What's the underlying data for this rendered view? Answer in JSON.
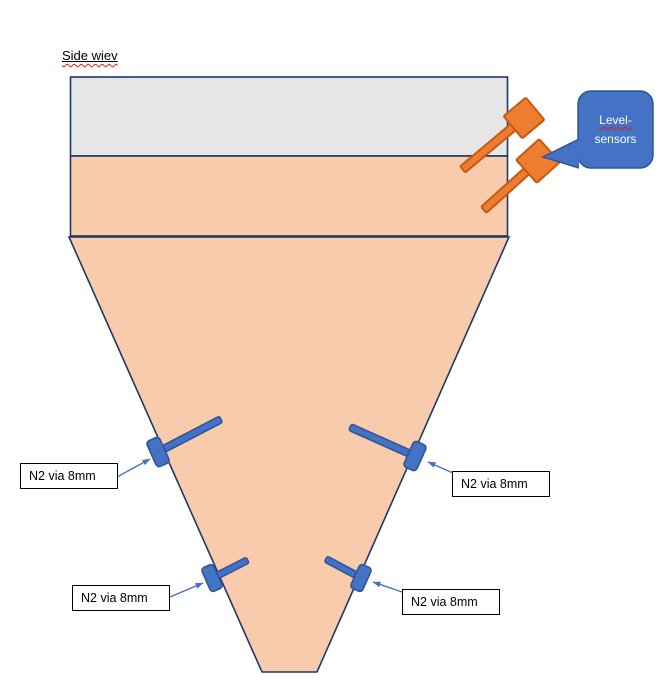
{
  "title": {
    "text": "Side wiev"
  },
  "tank": {
    "top_band_color": "#E7E6E6",
    "fill_color": "#F8CBAD",
    "outline_color": "#1F3864"
  },
  "callout": {
    "line1": "Level-",
    "line2": "sensors",
    "fill": "#4472C4",
    "border": "#2F5597",
    "text_color": "#FFFFFF"
  },
  "sensors": {
    "count": 2,
    "fill": "#ED7D31",
    "border": "#C55A11"
  },
  "injectors": {
    "count": 4,
    "fill": "#4472C4",
    "border": "#2F5597"
  },
  "arrows": {
    "color": "#4472C4"
  },
  "n2_labels": [
    {
      "text": "N2 via 8mm"
    },
    {
      "text": "N2 via 8mm"
    },
    {
      "text": "N2 via 8mm"
    },
    {
      "text": "N2 via 8mm"
    }
  ]
}
